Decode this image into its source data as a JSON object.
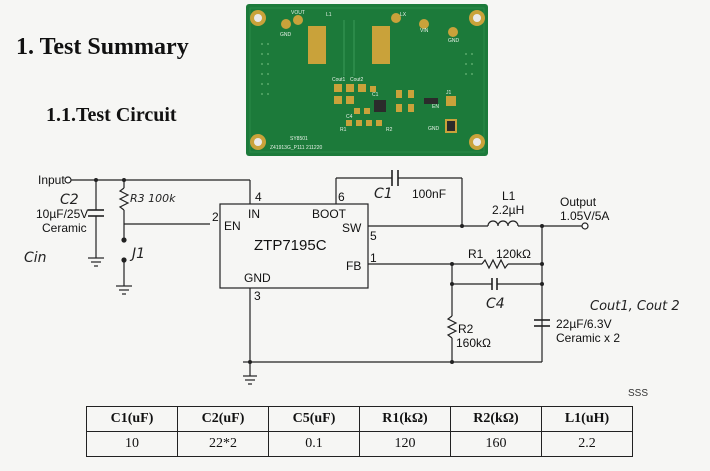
{
  "headings": {
    "h1": "1. Test Summary",
    "h2": "1.1.Test Circuit"
  },
  "pcb": {
    "vout": "VOUT",
    "l1": "L1",
    "lx": "LX",
    "vin": "VIN",
    "gnd_left": "GND",
    "gnd_right": "GND",
    "gnd_mid": "GND",
    "cout": "Cout1",
    "cout2": "Cout2",
    "c1": "C1",
    "c4": "C4",
    "r1": "R1",
    "r2": "R2",
    "en": "EN",
    "j1": "J1",
    "brand": "SY8501",
    "serial": "Z41913G_P111 211220"
  },
  "schematic": {
    "input_label": "Input",
    "c2_hand": "C2",
    "c2_value": "10µF/25V",
    "c2_type": "Ceramic",
    "cin_hand": "Cin",
    "r3_hand": "R3 100k",
    "j1_hand": "J1",
    "chip_name": "ZTP7195C",
    "pin_in": "IN",
    "pin_en": "EN",
    "pin_boot": "BOOT",
    "pin_sw": "SW",
    "pin_fb": "FB",
    "pin_gnd": "GND",
    "pin_num_in": "4",
    "pin_num_en": "2",
    "pin_num_boot": "6",
    "pin_num_sw": "5",
    "pin_num_fb": "1",
    "pin_num_gnd": "3",
    "c1_hand": "C1",
    "c1_value": "100nF",
    "l1_name": "L1",
    "l1_value": "2.2µH",
    "output_label": "Output",
    "output_value": "1.05V/5A",
    "r1_name": "R1",
    "r1_value": "120kΩ",
    "c4_hand": "C4",
    "r2_name": "R2",
    "r2_value": "160kΩ",
    "cout_hand": "Cout1, Cout 2",
    "cout_value": "22µF/6.3V",
    "cout_type": "Ceramic x 2"
  },
  "note": "SSS",
  "table": {
    "headers": [
      "C1(uF)",
      "C2(uF)",
      "C5(uF)",
      "R1(kΩ)",
      "R2(kΩ)",
      "L1(uH)"
    ],
    "rows": [
      [
        "10",
        "22*2",
        "0.1",
        "120",
        "160",
        "2.2"
      ]
    ]
  },
  "colors": {
    "pcb_green": "#1c7a3a",
    "pad_gold": "#c9a23a",
    "silkscreen": "#e8f2e8"
  }
}
